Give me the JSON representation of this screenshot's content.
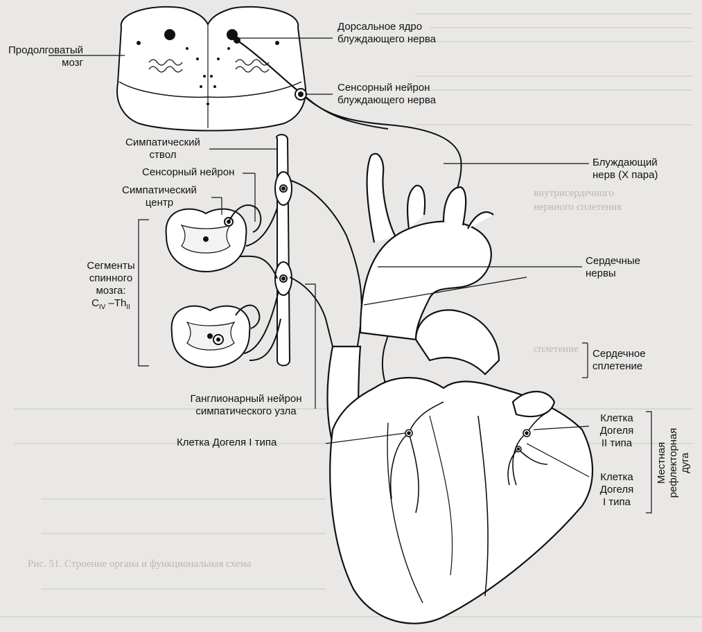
{
  "labels": {
    "medulla": "Продолговатый\nмозг",
    "dorsal_nucleus": "Дорсальное ядро\nблуждающего нерва",
    "vagus_sensory_neuron": "Сенсорный нейрон\nблуждающего нерва",
    "sympathetic_trunk": "Симпатический\nствол",
    "sensory_neuron": "Сенсорный нейрон",
    "sympathetic_center": "Симпатический\nцентр",
    "spinal_segments": "Сегменты\nспинного\nмозга:",
    "segments_range_c": "C",
    "segments_range_c_sub": "IV",
    "segments_range_dash": " –Th",
    "segments_range_th_sub": "II",
    "vagus_nerve": "Блуждающий\nнерв (X пара)",
    "cardiac_nerves": "Сердечные\nнервы",
    "cardiac_plexus": "Сердечное\nсплетение",
    "ganglion_neuron": "Ганглионарный нейрон\nсимпатического узла",
    "dogiel_i_left": "Клетка Догеля I типа",
    "dogiel_ii": "Клетка\nДогеля\nII типа",
    "dogiel_i_right": "Клетка\nДогеля\nI типа",
    "local_reflex_arc": "Местная\nрефлекторная\nдуга"
  },
  "background_text": {
    "figure_caption": "Рис. 51. Строение органа и функциональная схема",
    "faded_lines": [
      "сплетение",
      "внутрисердечного",
      "нервного сплетения"
    ]
  }
}
